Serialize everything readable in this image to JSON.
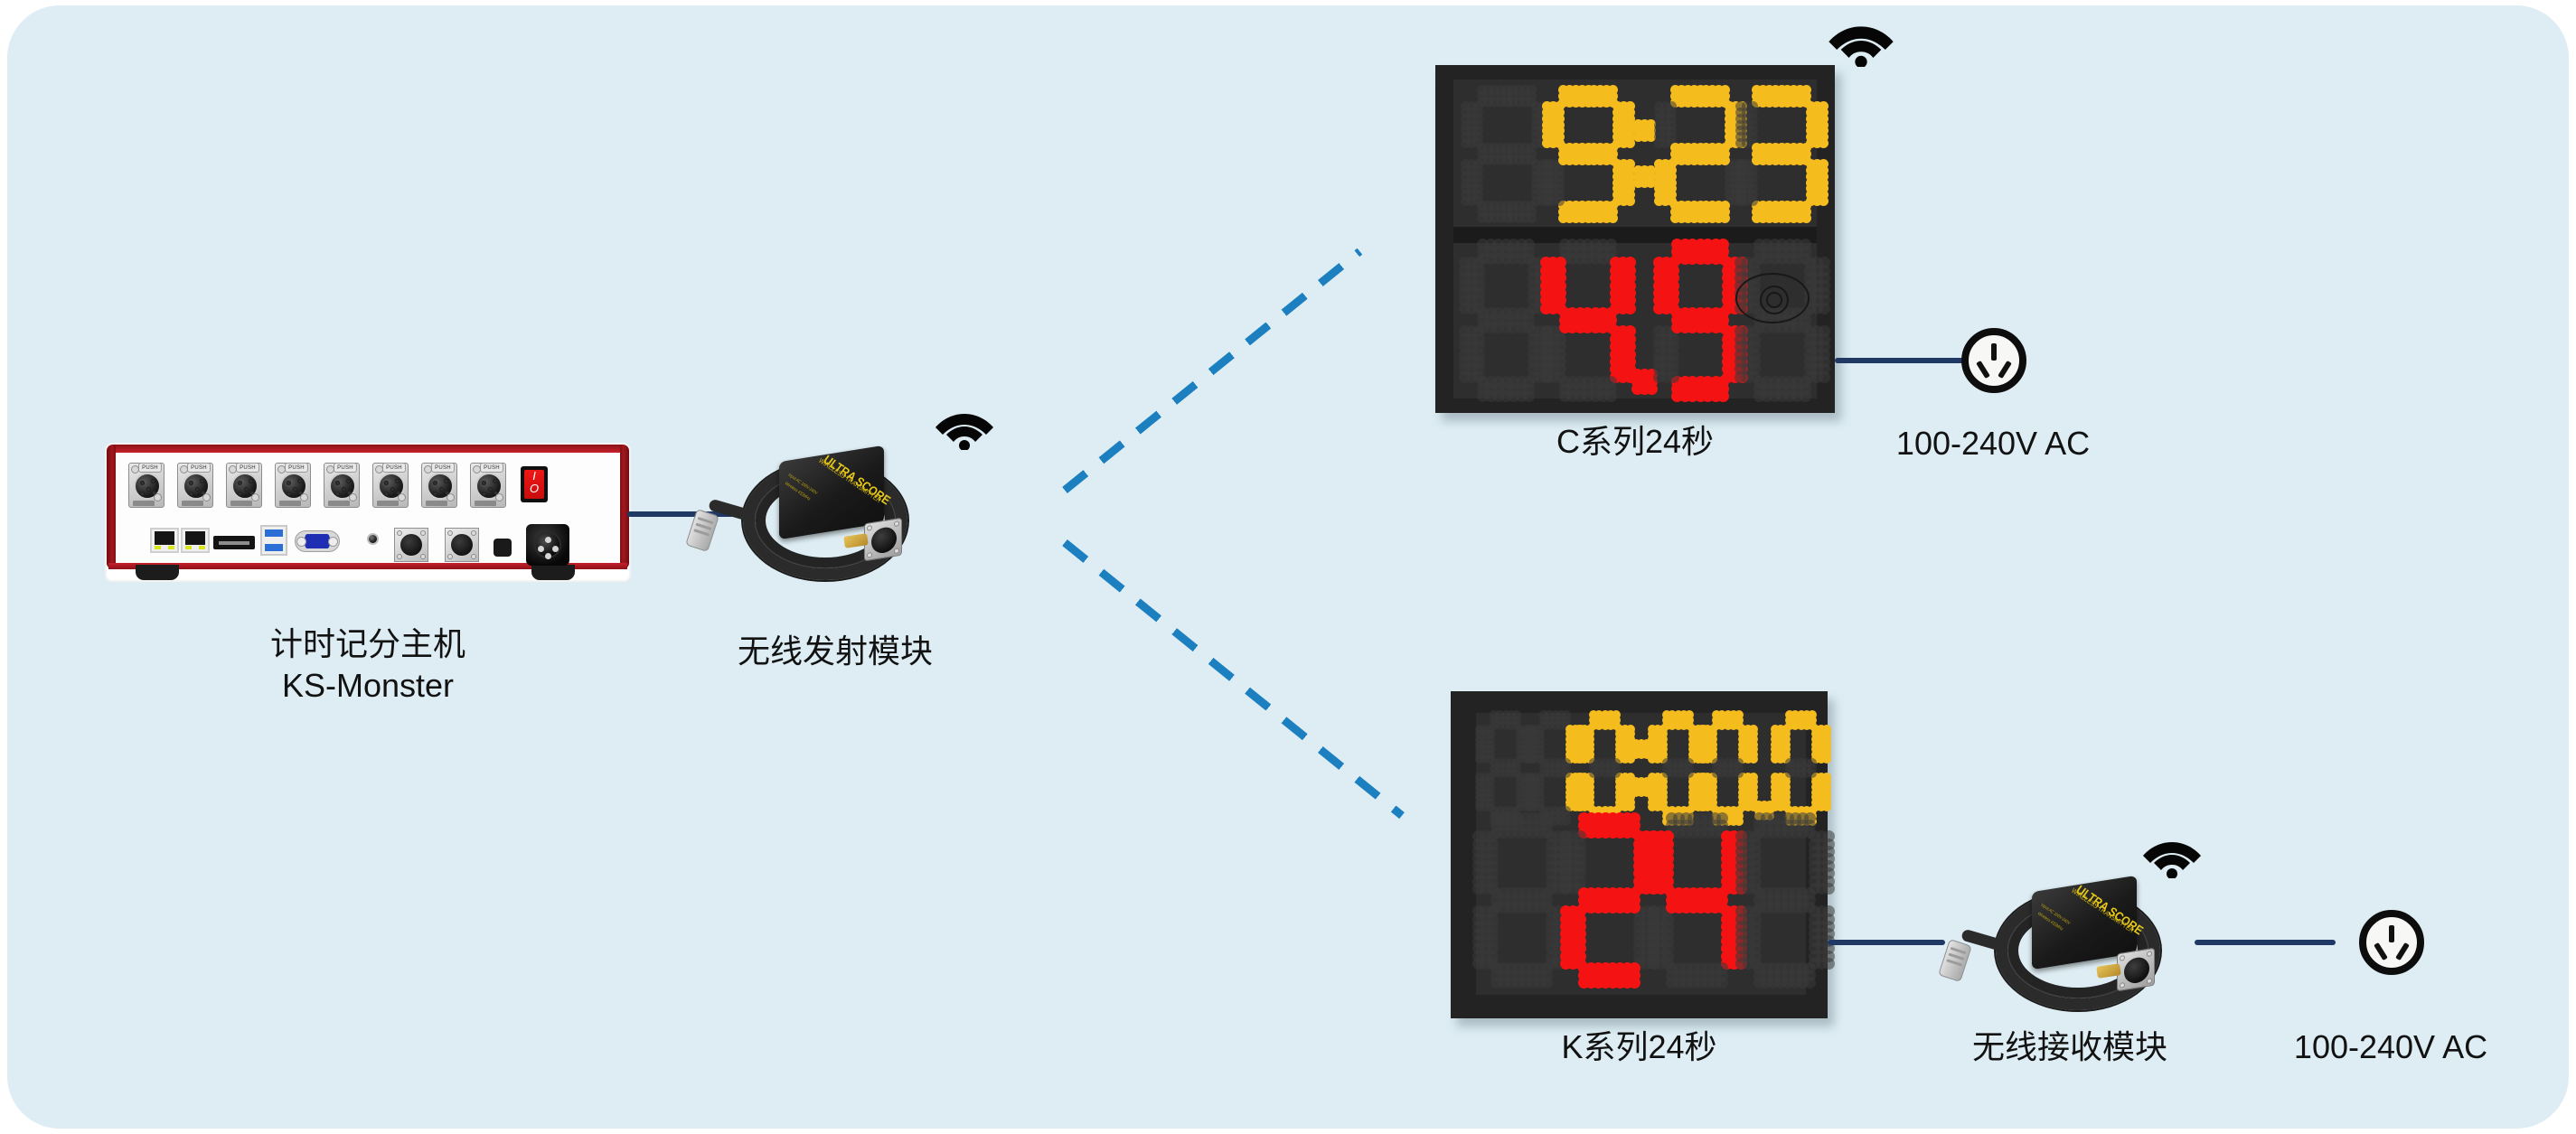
{
  "page": {
    "background_color": "#ddedf3",
    "line_color_solid": "#1f3864",
    "line_color_dashed": "#1b7fc0"
  },
  "main_unit": {
    "name": "timing-scoring-console",
    "label_line1": "计时记分主机",
    "label_line2": "KS-Monster",
    "port_label_push": "PUSH",
    "port_brand": "Amphenol",
    "power_switch_on": "I",
    "power_switch_off": "O",
    "xlr_port_count": 8,
    "body_color": "#ffffff",
    "trim_color": "#a5161d"
  },
  "transmitter": {
    "name": "wireless-transmitter-module",
    "label": "无线发射模块",
    "brand": "ULTRA SCORE",
    "subtitle": "WIRELESS TRANSMITTER",
    "spec_line1": "Input AC  100V-240V",
    "spec_line2": "Wireless  433MHz",
    "wifi_icon": "wifi-icon"
  },
  "receiver": {
    "name": "wireless-receiver-module",
    "label": "无线接收模块",
    "brand": "ULTRA SCORE",
    "subtitle": "WIRELESS TRANSMITTER",
    "spec_line1": "Input AC  100V-240V",
    "spec_line2": "Wireless  433MHz",
    "wifi_icon": "wifi-icon"
  },
  "boards": [
    {
      "id": "c-series",
      "label": "C系列24秒",
      "game_clock": "9:23",
      "shot_clock": "4.9",
      "game_clock_color": "#f5bc1e",
      "shot_clock_color": "#f41212",
      "off_led_color": "#3a3a3a",
      "panel_color": "#2e2e2e",
      "wifi_icon": "wifi-icon"
    },
    {
      "id": "k-series",
      "label": "K系列24秒",
      "game_clock": "10:00.0",
      "shot_clock": "24",
      "game_clock_color": "#f5bc1e",
      "shot_clock_color": "#f41212",
      "off_led_color": "#3a3a3a",
      "panel_color": "#2b2b2b"
    }
  ],
  "power": {
    "top_label": "100-240V AC",
    "bottom_label": "100-240V AC",
    "socket_icon": "ac-power-socket-icon"
  }
}
